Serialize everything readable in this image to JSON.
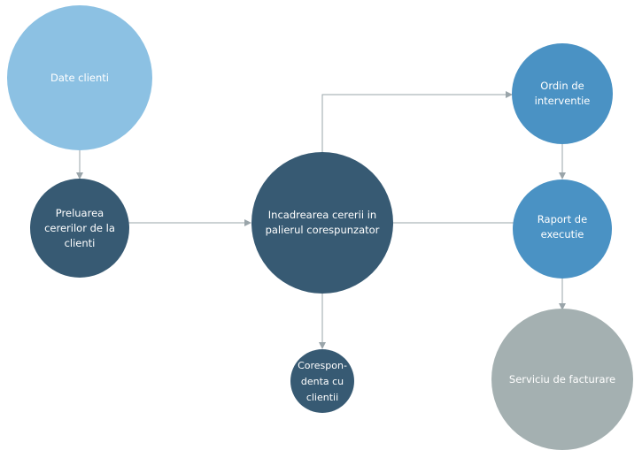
{
  "colors": {
    "light_blue": "#8cc1e3",
    "mid_blue": "#4a92c4",
    "dark_blue": "#375a73",
    "grey": "#a4b0b1",
    "connector": "#9aa5aa"
  },
  "nodes": {
    "date_clienti": {
      "label": "Date clienti"
    },
    "preluarea": {
      "label": "Preluarea\ncererilor de la\nclienti"
    },
    "incadrarea": {
      "label": "Incadrearea cererii in\npalierul corespunzator"
    },
    "corespondenta": {
      "label": "Corespon-\ndenta cu\nclientii"
    },
    "ordin": {
      "label": "Ordin de\ninterventie"
    },
    "raport": {
      "label": "Raport de\nexecutie"
    },
    "facturare": {
      "label": "Serviciu de facturare"
    }
  }
}
